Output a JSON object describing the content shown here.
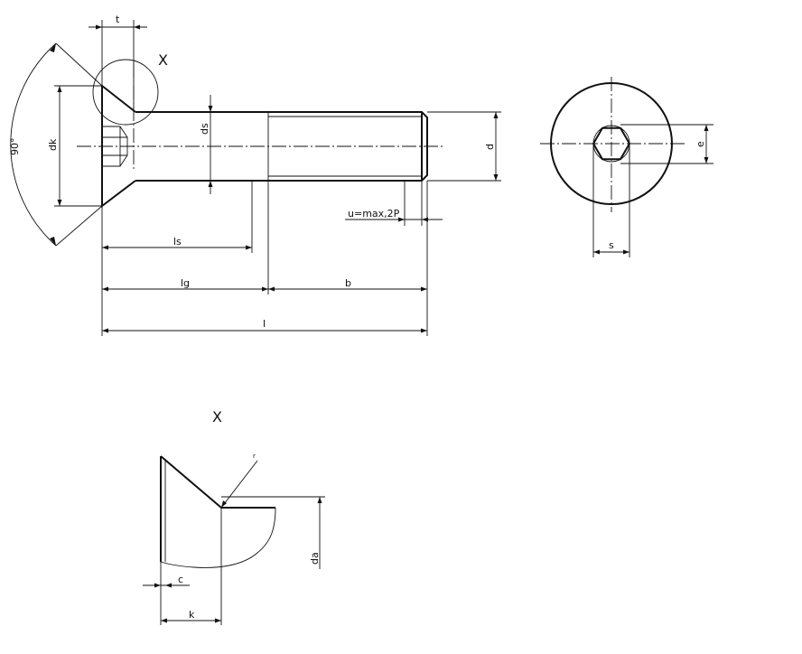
{
  "labels": {
    "t": "t",
    "x_marker": "X",
    "angle": "90°",
    "dk": "dk",
    "ds": "ds",
    "d": "d",
    "u": "u=max,2P",
    "ls": "ls",
    "lg": "lg",
    "b": "b",
    "l": "l",
    "e": "e",
    "s": "s",
    "detail_title": "X",
    "r": "r",
    "c": "c",
    "k": "k",
    "da": "da"
  }
}
